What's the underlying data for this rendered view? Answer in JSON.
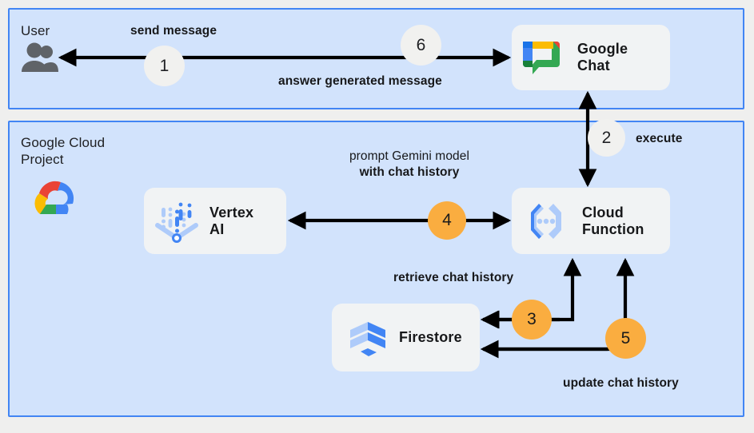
{
  "diagram": {
    "title": "Google Chat Gemini app architecture",
    "colors": {
      "page_background": "#efefee",
      "panel_fill": "#d2e3fc",
      "panel_border": "#4285f4",
      "card_fill": "#f1f3f4",
      "step_gray": "#f1f1ef",
      "step_orange": "#faad40",
      "arrow": "#000000",
      "user_icon": "#5f6368"
    }
  },
  "panels": [
    {
      "id": "user",
      "title": "User"
    },
    {
      "id": "gcp",
      "title": "Google Cloud\nProject"
    }
  ],
  "cards": [
    {
      "id": "chat",
      "label": "Google\nChat",
      "icon": "google-chat-icon"
    },
    {
      "id": "vertex",
      "label": "Vertex\nAI",
      "icon": "vertex-ai-icon"
    },
    {
      "id": "func",
      "label": "Cloud\nFunction",
      "icon": "cloud-function-icon"
    },
    {
      "id": "fire",
      "label": "Firestore",
      "icon": "firestore-icon"
    }
  ],
  "labels": {
    "send": "send message",
    "answer": "answer generated message",
    "execute": "execute",
    "prompt_line1": "prompt Gemini model",
    "prompt_line2": "with chat history",
    "retrieve": "retrieve chat history",
    "update": "update chat history"
  },
  "steps": [
    {
      "n": "1",
      "style": "gray",
      "describes": "send message"
    },
    {
      "n": "2",
      "style": "gray",
      "describes": "execute"
    },
    {
      "n": "3",
      "style": "orange",
      "describes": "retrieve chat history"
    },
    {
      "n": "4",
      "style": "orange",
      "describes": "prompt Gemini model with chat history"
    },
    {
      "n": "5",
      "style": "orange",
      "describes": "update chat history"
    },
    {
      "n": "6",
      "style": "gray",
      "describes": "answer generated message"
    }
  ],
  "icons": {
    "user": "users-icon",
    "gcp": "google-cloud-icon"
  }
}
